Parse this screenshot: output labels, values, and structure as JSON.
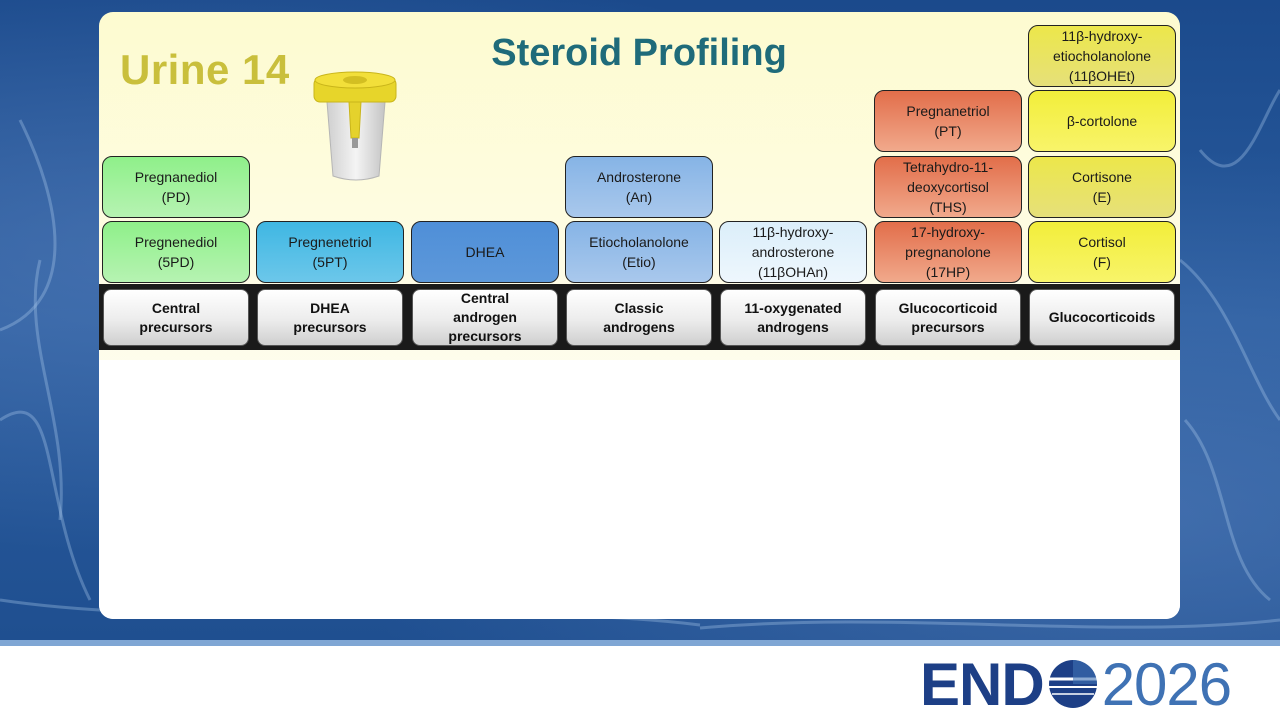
{
  "panel": {
    "urine_title": "Urine 14",
    "main_title": "Steroid Profiling"
  },
  "categories": [
    "Central\nprecursors",
    "DHEA\nprecursors",
    "Central\nandrogen\nprecursors",
    "Classic\nandrogens",
    "11-oxygenated\nandrogens",
    "Glucocorticoid\nprecursors",
    "Glucocorticoids"
  ],
  "steroids": {
    "col1_row1": "Pregnenediol\n(5PD)",
    "col1_row2": "Pregnanediol\n(PD)",
    "col2_row1": "Pregnenetriol\n(5PT)",
    "col3_row1": "DHEA",
    "col4_row1": "Etiocholanolone\n(Etio)",
    "col4_row2": "Androsterone\n(An)",
    "col5_row1": "11β-hydroxy-\nandrosterone\n(11βOHAn)",
    "col6_row1": "17-hydroxy-\npregnanolone\n(17HP)",
    "col6_row2": "Tetrahydro-11-\ndeoxycortisol\n(THS)",
    "col6_row3": "Pregnanetriol\n(PT)",
    "col7_row1": "Cortisol\n(F)",
    "col7_row2": "Cortisone\n(E)",
    "col7_row3": "β-cortolone",
    "col7_row4": "11β-hydroxy-\netiocholanolone\n(11βOHEt)"
  },
  "footer": {
    "logo_left": "END",
    "logo_right": "2026"
  },
  "colors": {
    "title_teal": "#1f6b7a",
    "urine_title_olive": "#c9bf3c",
    "background_blue": "#1b4a8c"
  }
}
